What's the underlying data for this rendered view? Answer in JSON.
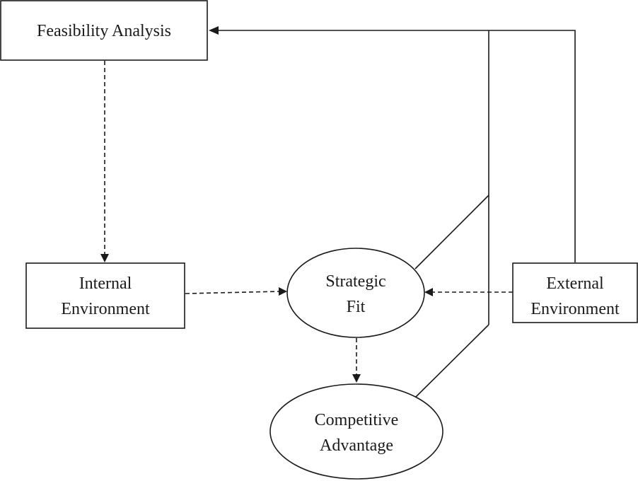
{
  "nodes": {
    "feasibility_analysis": {
      "label": "Feasibility Analysis"
    },
    "internal_environment": {
      "line1": "Internal",
      "line2": "Environment"
    },
    "strategic_fit": {
      "line1": "Strategic",
      "line2": "Fit"
    },
    "external_environment": {
      "line1": "External",
      "line2": "Environment"
    },
    "competitive_advantage": {
      "line1": "Competitive",
      "line2": "Advantage"
    }
  },
  "colors": {
    "stroke": "#1a1a1a",
    "background": "#ffffff"
  },
  "edges": [
    {
      "from": "feasibility_analysis",
      "to": "internal_environment",
      "style": "dashed"
    },
    {
      "from": "internal_environment",
      "to": "strategic_fit",
      "style": "dashed"
    },
    {
      "from": "external_environment",
      "to": "strategic_fit",
      "style": "dashed"
    },
    {
      "from": "strategic_fit",
      "to": "competitive_advantage",
      "style": "dashed"
    },
    {
      "from": "external_environment",
      "to": "feasibility_analysis",
      "style": "solid"
    },
    {
      "from": "strategic_fit",
      "to": "feasibility_analysis",
      "style": "solid"
    },
    {
      "from": "competitive_advantage",
      "to": "feasibility_analysis",
      "style": "solid"
    }
  ]
}
